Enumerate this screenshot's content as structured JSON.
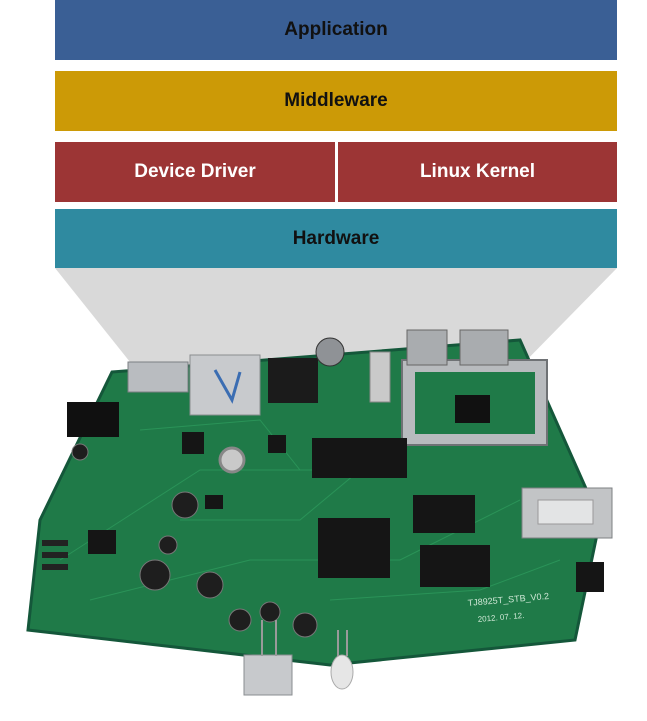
{
  "layers": {
    "application": "Application",
    "middleware": "Middleware",
    "device_driver": "Device Driver",
    "linux_kernel": "Linux Kernel",
    "hardware": "Hardware"
  },
  "board": {
    "silkscreen_model": "TJ8925T_STB_V0.2",
    "silkscreen_date": "2012. 07. 12."
  },
  "colors": {
    "application": "#3a5f95",
    "middleware": "#cc9a06",
    "kernel_driver": "#9c3535",
    "hardware": "#2f8aa0",
    "projection": "#d4d4d4",
    "pcb": "#1f7a48"
  }
}
